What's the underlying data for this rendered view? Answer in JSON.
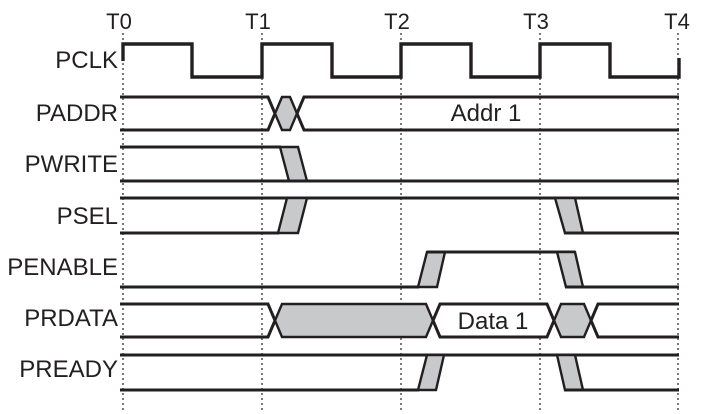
{
  "diagram": {
    "type": "timing-diagram",
    "time_labels": [
      "T0",
      "T1",
      "T2",
      "T3",
      "T4"
    ],
    "signals": [
      {
        "name": "PCLK",
        "kind": "clock",
        "description": "Clock, rising edges at T0, T1, T2, T3 and T4, 50% duty cycle"
      },
      {
        "name": "PADDR",
        "kind": "bus",
        "value_label": "Addr 1",
        "description": "Previous value until just after T1, then Addr 1 through T4"
      },
      {
        "name": "PWRITE",
        "kind": "signal",
        "description": "High (with low rail shown) until just after T1, then driven low"
      },
      {
        "name": "PSEL",
        "kind": "signal",
        "description": "Rises just after T1, high until just after T3, then low"
      },
      {
        "name": "PENABLE",
        "kind": "signal",
        "description": "Low, rises just after T2, falls just after T3"
      },
      {
        "name": "PRDATA",
        "kind": "bus",
        "value_label": "Data 1",
        "description": "Valid, changing from just after T1 to just after T2, Data 1 until just after T3, brief change, then valid"
      },
      {
        "name": "PREADY",
        "kind": "signal",
        "description": "Low, rises just after T2, falls just after T3"
      }
    ],
    "colors": {
      "line": "#231f20",
      "transition_fill": "#c8c9cb",
      "background": "#ffffff",
      "text": "#231f20"
    }
  }
}
